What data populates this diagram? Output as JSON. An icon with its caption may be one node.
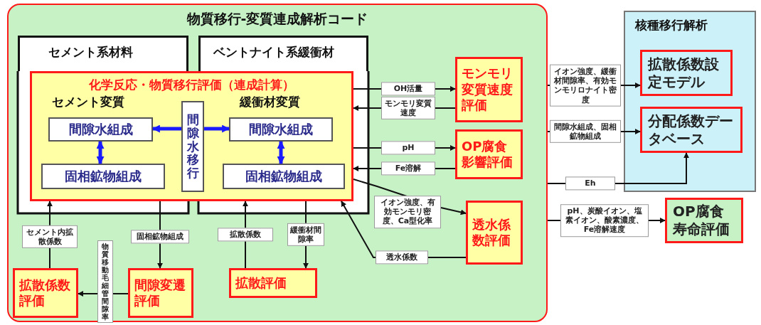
{
  "diagram": {
    "nodes": [
      {
        "text": [
          "物質移行-変質連成解析コード"
        ]
      },
      {
        "text": [
          "セメント系材料"
        ],
        "in": 0
      },
      {
        "text": [
          "ベントナイト系緩衝材"
        ],
        "in": 0
      },
      {
        "text": [
          "化学反応・物質移行評価（連成計算）",
          "セメント変質",
          "緩衝材変質"
        ],
        "in": 0
      },
      {
        "text": [
          "間隙水組成"
        ],
        "in": 3
      },
      {
        "text": [
          "固相鉱物組成"
        ],
        "in": 3
      },
      {
        "text": [
          "間隙水移行"
        ],
        "in": 3
      },
      {
        "text": [
          "間隙水組成"
        ],
        "in": 3
      },
      {
        "text": [
          "固相鉱物組成"
        ],
        "in": 3
      },
      {
        "text": [
          "モンモリ変質速度評価"
        ],
        "in": 0
      },
      {
        "text": [
          "OP腐食影響評価"
        ],
        "in": 0
      },
      {
        "text": [
          "透水係数評価"
        ],
        "in": 0
      },
      {
        "text": [
          "拡散係数評価"
        ],
        "in": 0
      },
      {
        "text": [
          "間隙変遷評価"
        ],
        "in": 0
      },
      {
        "text": [
          "拡散評価"
        ],
        "in": 0
      },
      {
        "text": [
          "核種移行解析"
        ]
      },
      {
        "text": [
          "拡散係数設定モデル"
        ],
        "in": 15
      },
      {
        "text": [
          "分配係数データベース"
        ],
        "in": 15
      },
      {
        "text": [
          "OP腐食寿命評価"
        ]
      }
    ],
    "edges": [
      {
        "from": 4,
        "to": 5,
        "arrow": "both",
        "style": "thick",
        "color": "#1a1aff"
      },
      {
        "from": 7,
        "to": 8,
        "arrow": "both",
        "style": "thick",
        "color": "#1a1aff"
      },
      {
        "from": 6,
        "to": 4,
        "arrow": "to",
        "style": "thick",
        "color": "#1a1aff"
      },
      {
        "from": 6,
        "to": 7,
        "arrow": "to",
        "style": "thick",
        "color": "#1a1aff"
      },
      {
        "from": 3,
        "to": 9,
        "arrow": "to",
        "label": "OH活量"
      },
      {
        "from": 9,
        "to": 3,
        "arrow": "to",
        "label": "モンモリ変質速度"
      },
      {
        "from": 3,
        "to": 10,
        "arrow": "to",
        "label": "pH"
      },
      {
        "from": 10,
        "to": 3,
        "arrow": "to",
        "label": "Fe溶解"
      },
      {
        "from": 3,
        "to": 11,
        "arrow": "to",
        "label": "イオン強度、有効モンモリ密度、Ca型化率"
      },
      {
        "from": 11,
        "to": 3,
        "arrow": "to",
        "label": "透水係数"
      },
      {
        "from": 0,
        "to": 16,
        "arrow": "to",
        "label": "イオン強度、緩衝材間隙率、有効モンモリロナイト密度"
      },
      {
        "from": 0,
        "to": 17,
        "arrow": "to",
        "label": "間隙水組成、固相鉱物組成"
      },
      {
        "from": 0,
        "to": 17,
        "arrow": "to",
        "label": "Eh"
      },
      {
        "from": 0,
        "to": 18,
        "arrow": "to",
        "label": "pH、炭酸イオン、塩素イオン、酸素濃度、Fe溶解速度"
      },
      {
        "from": 12,
        "to": 3,
        "arrow": "to",
        "label": "セメント内拡散係数"
      },
      {
        "from": 3,
        "to": 13,
        "arrow": "to",
        "label": "固相鉱物組成"
      },
      {
        "from": 13,
        "to": 12,
        "arrow": "to",
        "label": "物質移動毛細管間隙率"
      },
      {
        "from": 14,
        "to": 3,
        "arrow": "to",
        "label": "拡散係数"
      },
      {
        "from": 3,
        "to": 14,
        "arrow": "to",
        "label": "緩衝材間隙率"
      }
    ]
  }
}
